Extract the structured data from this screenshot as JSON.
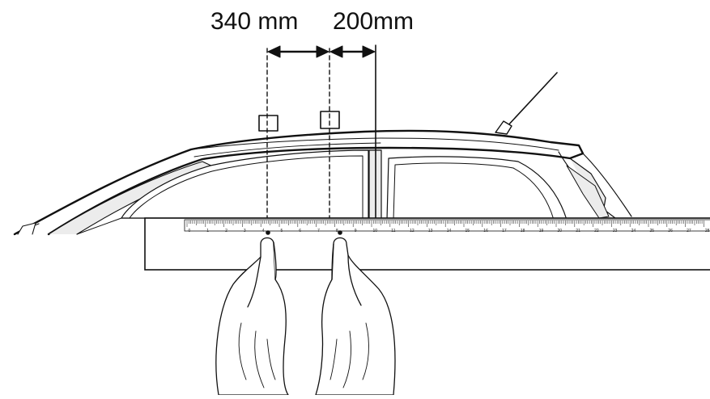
{
  "dimensions": {
    "first_spacing": "340 mm",
    "second_spacing": "200mm"
  },
  "ruler": {
    "numbers": [
      "0",
      "1",
      "2",
      "3",
      "4",
      "5",
      "6",
      "7",
      "8",
      "9",
      "10",
      "11",
      "12",
      "13",
      "14",
      "15",
      "16",
      "17",
      "18",
      "19",
      "20",
      "21",
      "22",
      "23",
      "24",
      "25",
      "26",
      "27",
      "28"
    ]
  },
  "colors": {
    "line": "#111111",
    "window_fill": "#ececec",
    "background": "#ffffff"
  }
}
